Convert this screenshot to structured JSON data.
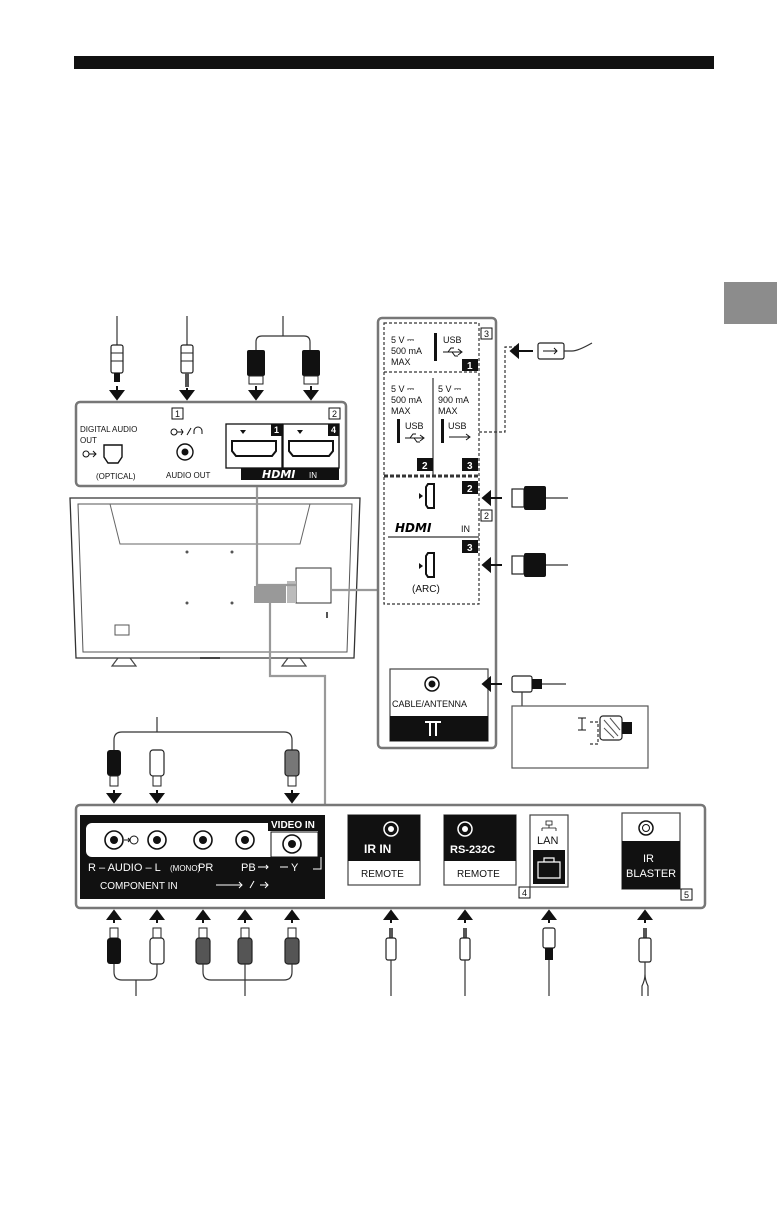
{
  "top_panel": {
    "optical_line1": "DIGITAL AUDIO",
    "optical_line2": "OUT",
    "optical_sub": "(OPTICAL)",
    "badge1": "1",
    "audio_out": "AUDIO OUT",
    "badge2": "2",
    "hdmi_port1": "1",
    "hdmi_port4": "4",
    "hdmi_logo": "HDMI",
    "hdmi_in": "IN"
  },
  "side_panel": {
    "badge3": "3",
    "usb1_v": "5 V ⎓",
    "usb1_ma": "500 mA",
    "usb1_max": "MAX",
    "usb1_label": "USB",
    "usb1_num": "1",
    "usb2_v": "5 V ⎓",
    "usb2_ma": "500 mA",
    "usb2_max": "MAX",
    "usb2_label": "USB",
    "usb2_num": "2",
    "usb3_v": "5 V ⎓",
    "usb3_ma": "900 mA",
    "usb3_max": "MAX",
    "usb3_label": "USB",
    "usb3_num": "3",
    "hdmi2_num": "2",
    "hdmi_logo": "HDMI",
    "hdmi_in": "IN",
    "badge2": "2",
    "hdmi3_num": "3",
    "arc": "(ARC)",
    "antenna": "CABLE/ANTENNA"
  },
  "bottom_panel": {
    "audio_line": "R – AUDIO – L",
    "mono": "(MONO)",
    "pr": "PR",
    "pb": "PB",
    "y": "Y",
    "video_in": "VIDEO IN",
    "component_in": "COMPONENT IN",
    "ir_in": "IR IN",
    "remote1": "REMOTE",
    "rs232c": "RS-232C",
    "remote2": "REMOTE",
    "badge4": "4",
    "lan": "LAN",
    "ir_blaster_l1": "IR",
    "ir_blaster_l2": "BLASTER",
    "badge5": "5"
  }
}
